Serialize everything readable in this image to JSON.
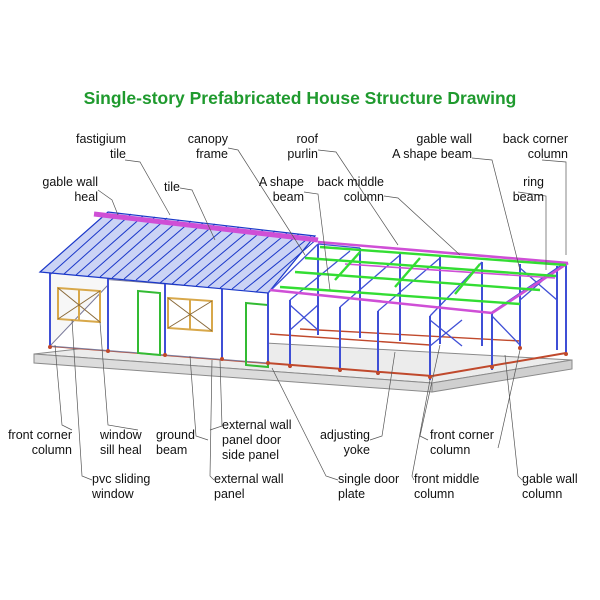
{
  "title": "Single-story Prefabricated House Structure Drawing",
  "colors": {
    "title": "#1f9a2e",
    "frame": "#3f4fd6",
    "roof": "#cf4fd6",
    "tile": "#1b38c9",
    "purlin": "#33dd33",
    "base": "#c0492c",
    "window": "#d8a84a"
  },
  "labels": {
    "fastigium_tile": [
      "fastigium",
      "tile"
    ],
    "canopy_frame": [
      "canopy",
      "frame"
    ],
    "roof_purlin": [
      "roof",
      "purlin"
    ],
    "gable_wall_a_shape_beam": [
      "gable wall",
      "A shape beam"
    ],
    "back_corner_column": [
      "back corner",
      "column"
    ],
    "gable_wall_heal": [
      "gable wall",
      "heal"
    ],
    "tile": [
      "tile"
    ],
    "a_shape_beam": [
      "A shape",
      "beam"
    ],
    "back_middle_column": [
      "back middle",
      "column"
    ],
    "ring_beam": [
      "ring",
      "beam"
    ],
    "front_corner_column_left": [
      "front corner",
      "column"
    ],
    "window_sill_heal": [
      "window",
      "sill heal"
    ],
    "ground_beam": [
      "ground",
      "beam"
    ],
    "external_wall_panel_door_side_panel": [
      "external wall",
      "panel door",
      "side panel"
    ],
    "adjusting_yoke": [
      "adjusting",
      "yoke"
    ],
    "front_corner_column_right": [
      "front corner",
      "column"
    ],
    "pvc_sliding_window": [
      "pvc sliding",
      "window"
    ],
    "external_wall_panel": [
      "external wall",
      "panel"
    ],
    "single_door_plate": [
      "single door",
      "plate"
    ],
    "front_middle_column": [
      "front middle",
      "column"
    ],
    "gable_wall_column": [
      "gable wall",
      "column"
    ]
  }
}
